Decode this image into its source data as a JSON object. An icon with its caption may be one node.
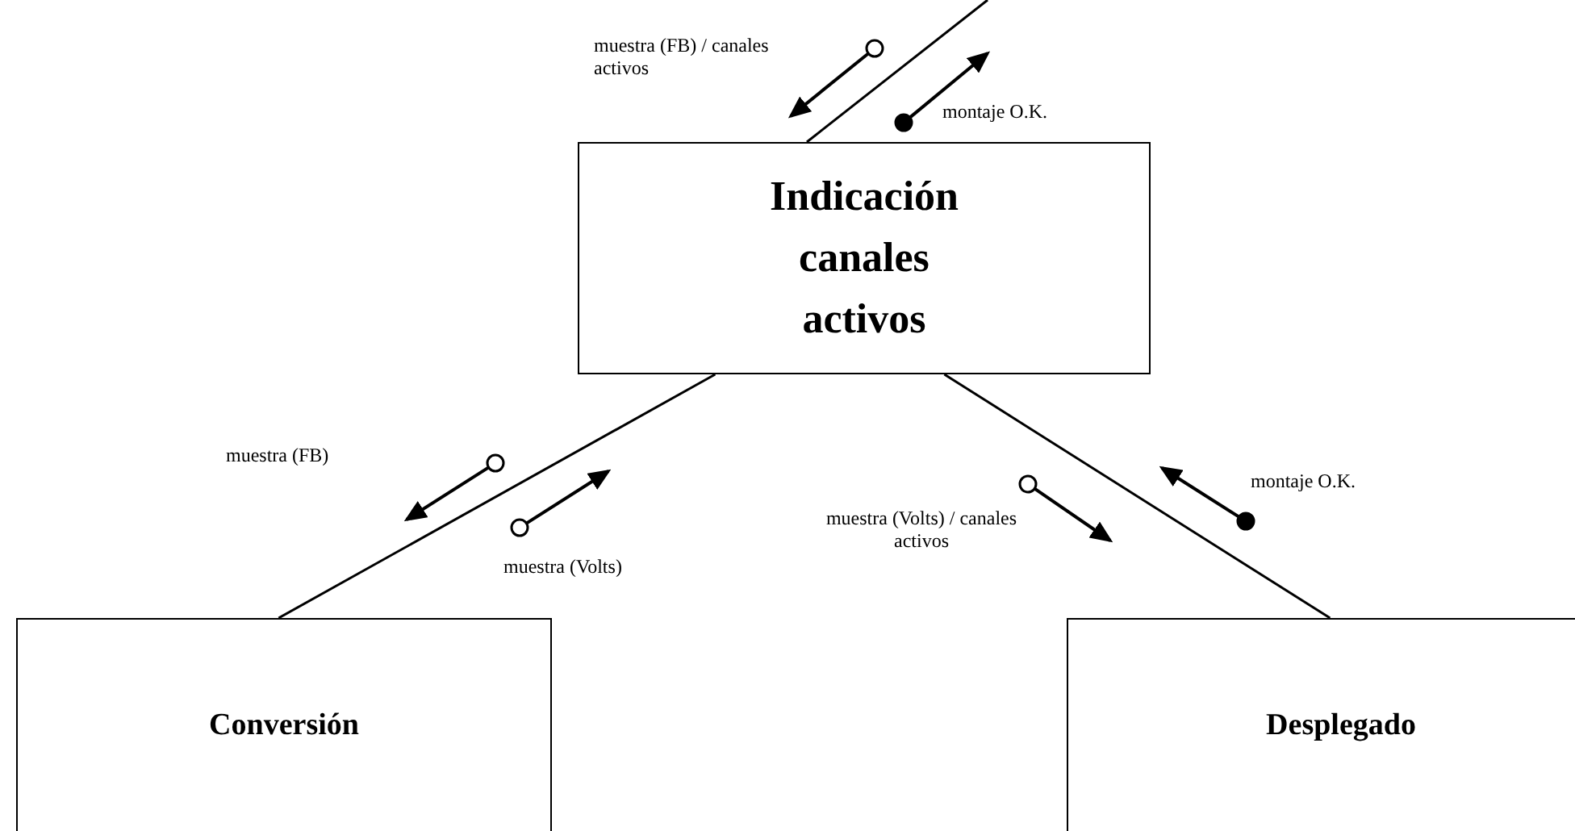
{
  "diagram": {
    "nodes": [
      {
        "text": [
          "Indicación canales activos"
        ]
      },
      {
        "text": [
          "Conversión"
        ]
      },
      {
        "text": [
          "Desplegado"
        ]
      }
    ],
    "edges": [
      {
        "from": null,
        "to": 0,
        "arrow": "none"
      },
      {
        "from": 0,
        "to": 1,
        "arrow": "none"
      },
      {
        "from": 0,
        "to": 2,
        "arrow": "none"
      }
    ],
    "labels": [
      "muestra (FB) / canales activos",
      "montaje O.K.",
      "muestra (FB)",
      "muestra (Volts)",
      "muestra (Volts) / canales activos",
      "montaje O.K."
    ]
  }
}
